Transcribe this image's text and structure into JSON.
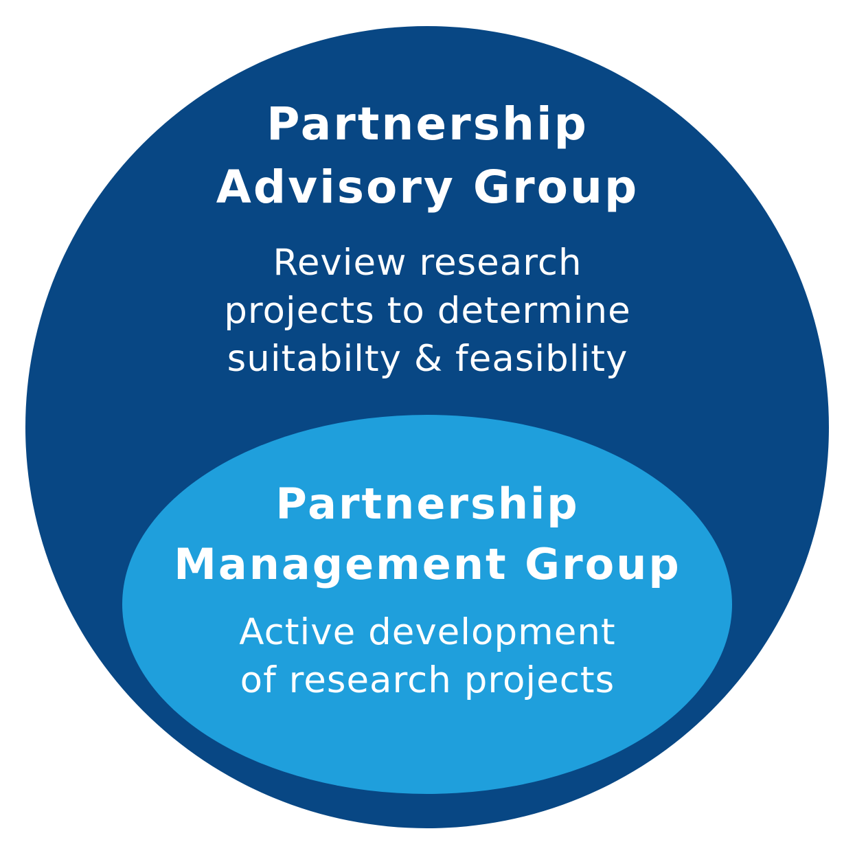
{
  "colors": {
    "outer_circle": "#084784",
    "inner_ellipse": "#1f9fdc",
    "text": "#ffffff",
    "background": "#ffffff"
  },
  "outer_group": {
    "title_lines": [
      "Partnership",
      "Advisory Group"
    ],
    "description_lines": [
      "Review research",
      "projects to determine",
      "suitabilty & feasiblity"
    ]
  },
  "inner_group": {
    "title_lines": [
      "Partnership",
      "Management Group"
    ],
    "description_lines": [
      "Active development",
      "of research projects"
    ]
  }
}
